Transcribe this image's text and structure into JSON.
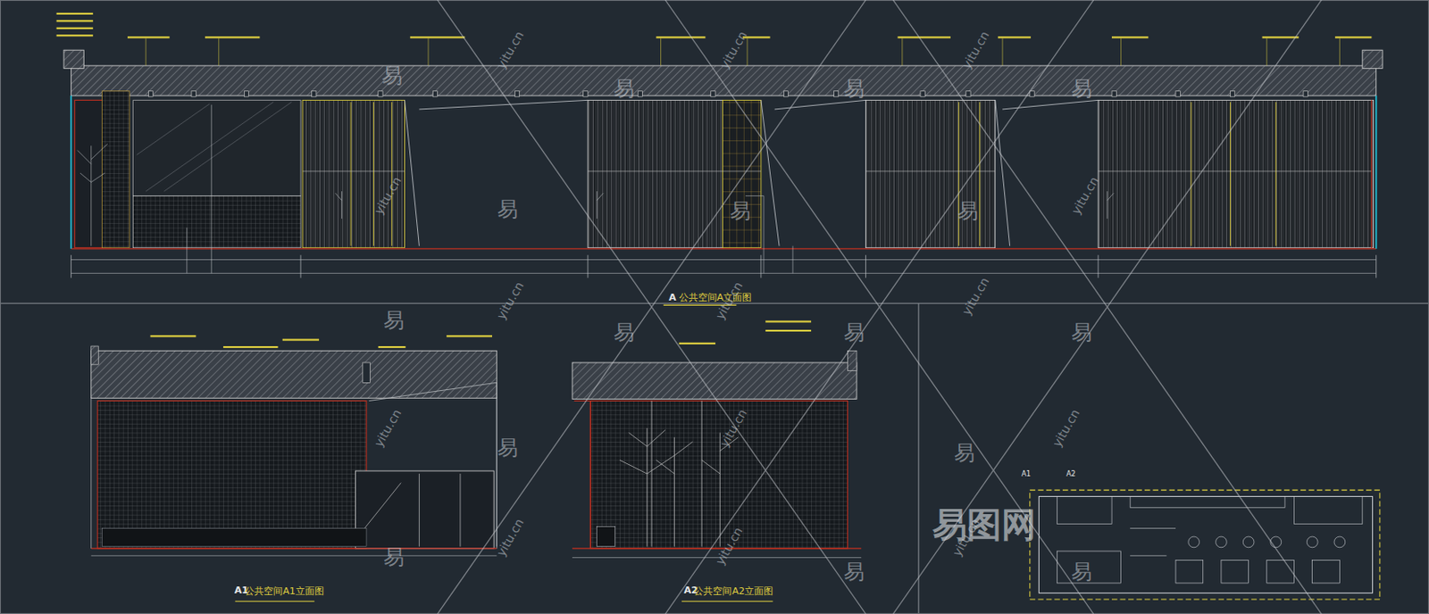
{
  "diagram": {
    "labels": [
      "A",
      "公共空间A立面图",
      "A1",
      "公共空间A1立面图",
      "A2",
      "公共空间A2立面图",
      "A1",
      "A2",
      "易图网",
      "易",
      "易",
      "易",
      "易",
      "易",
      "易",
      "易",
      "易",
      "易",
      "易",
      "易",
      "易",
      "易",
      "易",
      "易",
      "易",
      "yitu.cn",
      "yitu.cn",
      "yitu.cn",
      "yitu.cn",
      "yitu.cn",
      "yitu.cn",
      "yitu.cn",
      "yitu.cn",
      "yitu.cn",
      "yitu.cn",
      "yitu.cn",
      "yitu.cn",
      "yitu.cn",
      "yitu.cn"
    ]
  }
}
